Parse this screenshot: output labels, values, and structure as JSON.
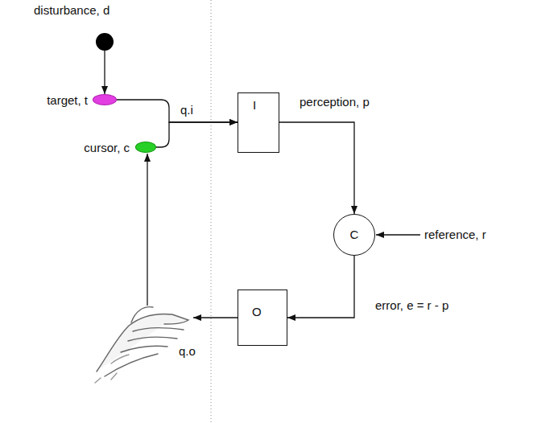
{
  "diagram": {
    "nodes": [
      {
        "text": [
          "disturbance, d"
        ]
      },
      {
        "text": [
          "target, t"
        ]
      },
      {
        "text": [
          "cursor, c"
        ]
      },
      {
        "text": [
          "I"
        ]
      },
      {
        "text": [
          "C"
        ]
      },
      {
        "text": [
          "O"
        ]
      }
    ],
    "edges": [
      {
        "from": 0,
        "to": 1,
        "arrow": "to"
      },
      {
        "from": 1,
        "to": 3,
        "arrow": "to",
        "label": "q.i"
      },
      {
        "from": 2,
        "to": 3,
        "arrow": "to"
      },
      {
        "from": 3,
        "to": 4,
        "arrow": "to",
        "label": "perception, p"
      },
      {
        "from": 4,
        "to": 5,
        "arrow": "to",
        "label": "error, e = r - p"
      }
    ],
    "labels": [
      "reference, r",
      "q.o"
    ]
  }
}
